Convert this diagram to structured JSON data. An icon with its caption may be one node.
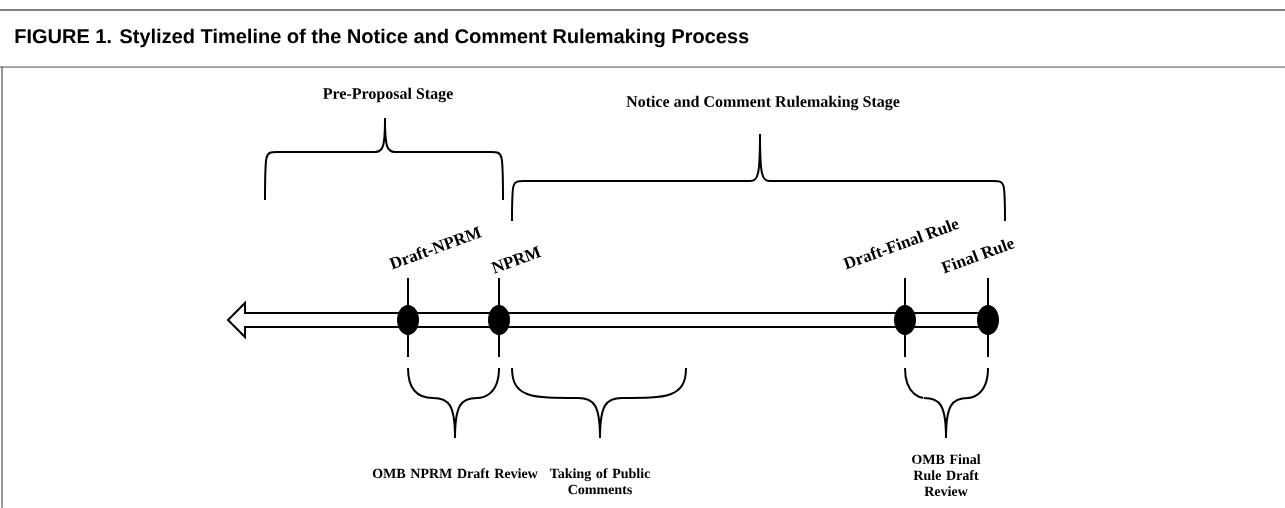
{
  "diagram": {
    "title": "FIGURE 1. Stylized Timeline of the Notice and Comment Rulemaking Process",
    "nodes": [
      {
        "text": [
          "Draft-NPRM"
        ]
      },
      {
        "text": [
          "NPRM"
        ]
      },
      {
        "text": [
          "Draft-Final Rule"
        ]
      },
      {
        "text": [
          "Final Rule"
        ]
      }
    ],
    "labels": [
      "Pre-Proposal Stage",
      "Notice and Comment Rulemaking Stage",
      "OMB NPRM Draft Review",
      "Taking of Public Comments",
      "OMB Final Rule Draft Review"
    ]
  }
}
